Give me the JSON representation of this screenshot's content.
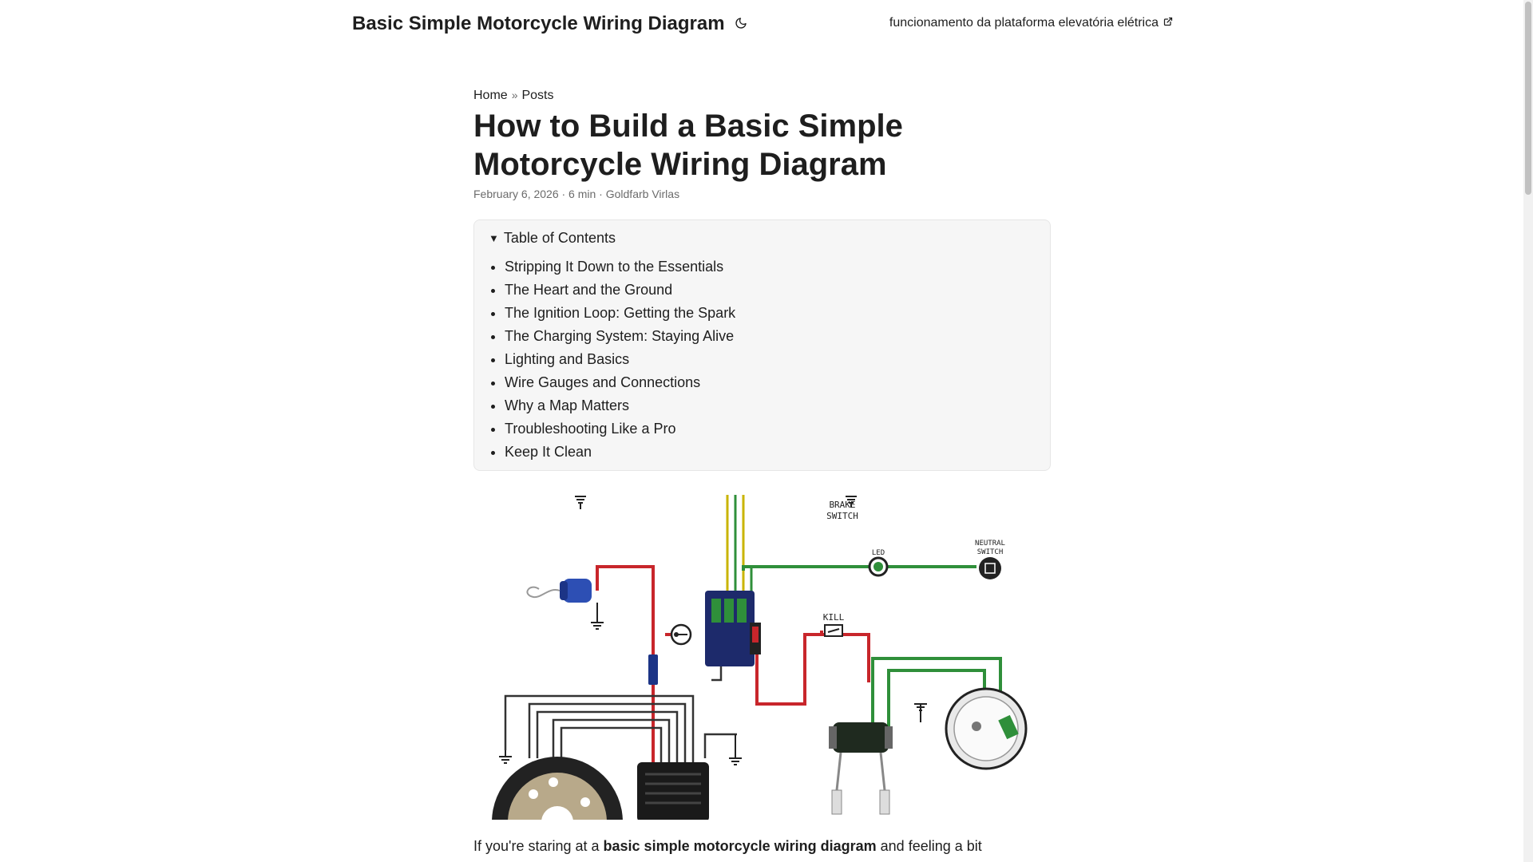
{
  "header": {
    "site_title": "Basic Simple Motorcycle Wiring Diagram",
    "theme_icon": "moon-icon",
    "external_link_label": "funcionamento da plataforma elevatória elétrica",
    "external_icon": "external-link-icon"
  },
  "breadcrumbs": {
    "home": "Home",
    "separator": "»",
    "posts": "Posts"
  },
  "post": {
    "title": "How to Build a Basic Simple Motorcycle Wiring Diagram",
    "meta": "February 6, 2026 · 6 min · Goldfarb Virlas"
  },
  "toc": {
    "summary": "Table of Contents",
    "items": [
      "Stripping It Down to the Essentials",
      "The Heart and the Ground",
      "The Ignition Loop: Getting the Spark",
      "The Charging System: Staying Alive",
      "Lighting and Basics",
      "Wire Gauges and Connections",
      "Why a Map Matters",
      "Troubleshooting Like a Pro",
      "Keep It Clean"
    ]
  },
  "figure": {
    "labels": {
      "brake": "BRAKE",
      "switch": "SWITCH",
      "led": "LED",
      "neutral": "NEUTRAL",
      "neutral_switch": "SWITCH",
      "kill": "KILL"
    }
  },
  "intro": {
    "lead": "If you're staring at a ",
    "bold": "basic simple motorcycle wiring diagram",
    "tail": " and feeling a bit"
  },
  "colors": {
    "text": "#1e1e1e",
    "muted": "#6b6b6b",
    "toc_bg": "#f6f6f6",
    "wire_red": "#c8262b",
    "wire_green": "#2f8f3a",
    "wire_yellow": "#c9b400"
  }
}
